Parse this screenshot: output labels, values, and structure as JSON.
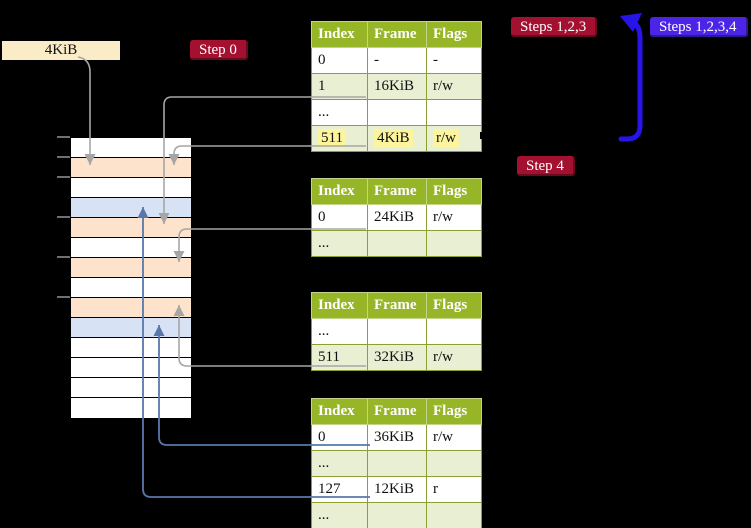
{
  "diagram_title": "recursive-page-table-translation-diagram",
  "frame_label": {
    "text": "4KiB"
  },
  "badges": [
    {
      "id": "step0",
      "label": "Step 0",
      "style": "red"
    },
    {
      "id": "steps123",
      "label": "Steps 1,2,3",
      "style": "red"
    },
    {
      "id": "steps1234",
      "label": "Steps 1,2,3,4",
      "style": "blue"
    },
    {
      "id": "step4",
      "label": "Step 4",
      "style": "red"
    }
  ],
  "memory_strip": {
    "rows": [
      "plain",
      "table",
      "plain",
      "page",
      "table",
      "plain",
      "table",
      "plain",
      "table",
      "page",
      "plain",
      "plain",
      "plain",
      "plain"
    ],
    "legend": {
      "plain": "#ffffff",
      "table": "#fde3cb",
      "page": "#d7e3f4"
    }
  },
  "tables": [
    {
      "name": "level-4-table",
      "headers": [
        "Index",
        "Frame",
        "Flags"
      ],
      "rows": [
        {
          "index": "0",
          "frame": "-",
          "flags": "-"
        },
        {
          "index": "1",
          "frame": "16KiB",
          "flags": "r/w"
        },
        {
          "index": "...",
          "frame": "",
          "flags": ""
        },
        {
          "index": "511",
          "frame": "4KiB",
          "flags": "r/w",
          "highlight": true
        }
      ]
    },
    {
      "name": "level-3-table",
      "headers": [
        "Index",
        "Frame",
        "Flags"
      ],
      "rows": [
        {
          "index": "0",
          "frame": "24KiB",
          "flags": "r/w"
        },
        {
          "index": "...",
          "frame": "",
          "flags": ""
        }
      ]
    },
    {
      "name": "level-2-table",
      "headers": [
        "Index",
        "Frame",
        "Flags"
      ],
      "rows": [
        {
          "index": "...",
          "frame": "",
          "flags": ""
        },
        {
          "index": "511",
          "frame": "32KiB",
          "flags": "r/w"
        }
      ]
    },
    {
      "name": "level-1-table",
      "headers": [
        "Index",
        "Frame",
        "Flags"
      ],
      "rows": [
        {
          "index": "0",
          "frame": "36KiB",
          "flags": "r/w"
        },
        {
          "index": "...",
          "frame": "",
          "flags": ""
        },
        {
          "index": "127",
          "frame": "12KiB",
          "flags": "r"
        },
        {
          "index": "...",
          "frame": "",
          "flags": ""
        }
      ]
    }
  ],
  "colors": {
    "background": "#000000",
    "badge_red": "#a31030",
    "badge_blue": "#4b24e6",
    "table_header_green": "#96b627",
    "table_row_green": "#e8efd3",
    "highlight_yellow": "#fcf59e",
    "frame_label_cream": "#f9ecc7",
    "strip_orange": "#fde3cb",
    "strip_blue": "#d7e3f4",
    "connector_gray": "#a6a6a6",
    "connector_steelblue": "#5878ab",
    "loop_arrow_blue": "#2715e8"
  }
}
